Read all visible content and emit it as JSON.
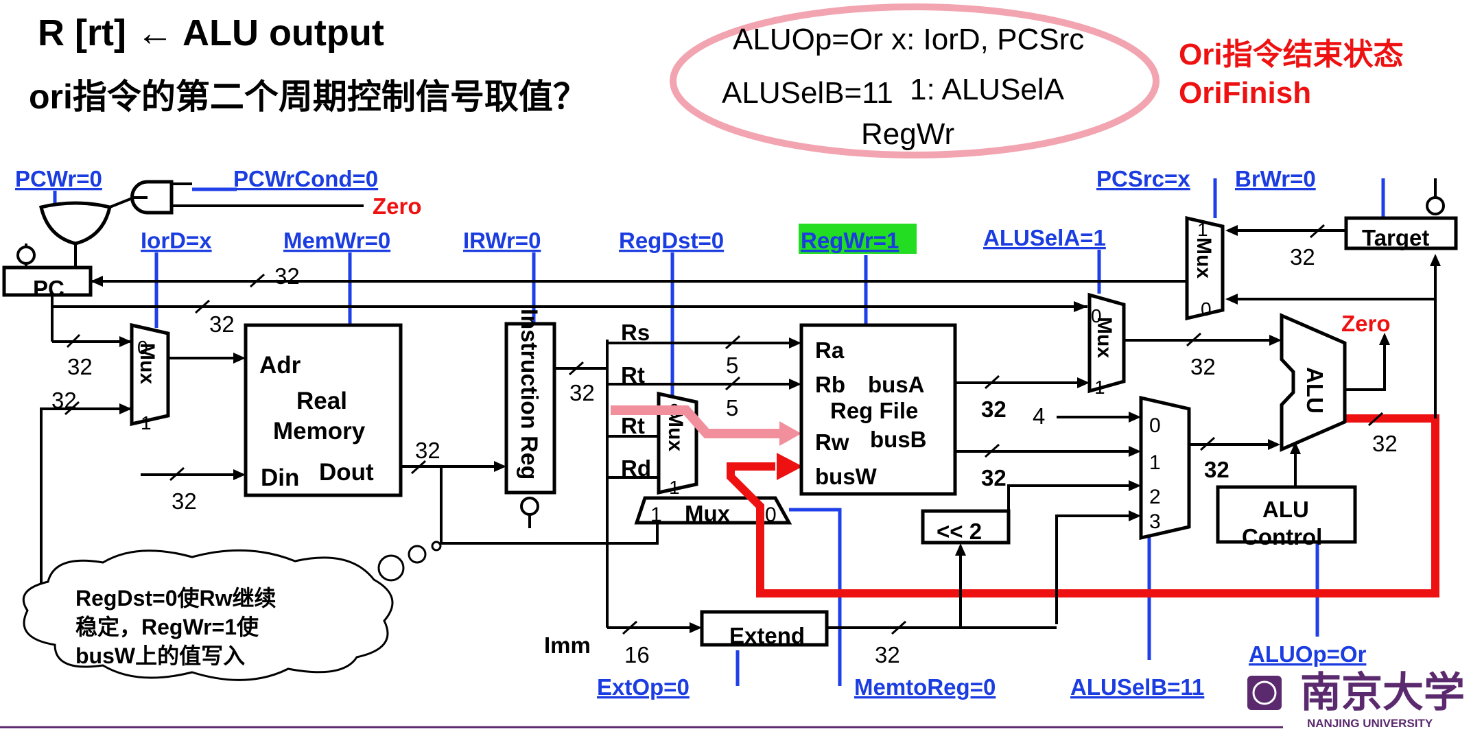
{
  "title": "R [rt] ← ALU output",
  "question": "ori指令的第二个周期控制信号取值？",
  "ellipse": {
    "line1": "ALUOp=Or x: IorD, PCSrc",
    "line2a": "ALUSelB=11",
    "line2b": "1: ALUSelA",
    "line3": "RegWr"
  },
  "state": {
    "line1": "Ori指令结束状态",
    "line2": "OriFinish"
  },
  "signals": {
    "pcwr": "PCWr=0",
    "pcwrcond": "PCWrCond=0",
    "zero_top": "Zero",
    "iord": "IorD=x",
    "memwr": "MemWr=0",
    "irwr": "IRWr=0",
    "regdst": "RegDst=0",
    "regwr": "RegWr=1",
    "alusela": "ALUSelA=1",
    "pcsrc": "PCSrc=x",
    "brwr": "BrWr=0",
    "extop": "ExtOp=0",
    "memtoreg": "MemtoReg=0",
    "aluselb": "ALUSelB=11",
    "aluop": "ALUOp=Or"
  },
  "blocks": {
    "pc": "PC",
    "mem_adr": "Adr",
    "mem_real": "Real",
    "mem_memory": "Memory",
    "mem_din": "Din",
    "mem_dout": "Dout",
    "instr_reg": "Instruction Reg",
    "rs": "Rs",
    "rt1": "Rt",
    "rt2": "Rt",
    "rd": "Rd",
    "mux": "Mux",
    "rf_ra": "Ra",
    "rf_rb": "Rb",
    "rf_busa": "busA",
    "rf_regfile": "Reg File",
    "rf_rw": "Rw",
    "rf_busb": "busB",
    "rf_busw": "busW",
    "shift": "<< 2",
    "extend": "Extend",
    "imm": "Imm",
    "alu": "ALU",
    "alu_zero": "Zero",
    "alu_control_1": "ALU",
    "alu_control_2": "Control",
    "target": "Target"
  },
  "widths": {
    "w32": "32",
    "w5": "5",
    "w16": "16",
    "four": "4"
  },
  "mux_inputs": {
    "zero": "0",
    "one": "1",
    "two": "2",
    "three": "3"
  },
  "note": {
    "line1": "RegDst=0使Rw继续",
    "line2": "稳定，RegWr=1使",
    "line3": "busW上的值写入"
  },
  "university": {
    "name_cn": "南京大学",
    "name_en": "NANJING UNIVERSITY"
  },
  "colors": {
    "signal": "#1a3ce0",
    "red": "#ee1111",
    "pink": "#f18f9c",
    "highlight": "#22dd22"
  }
}
